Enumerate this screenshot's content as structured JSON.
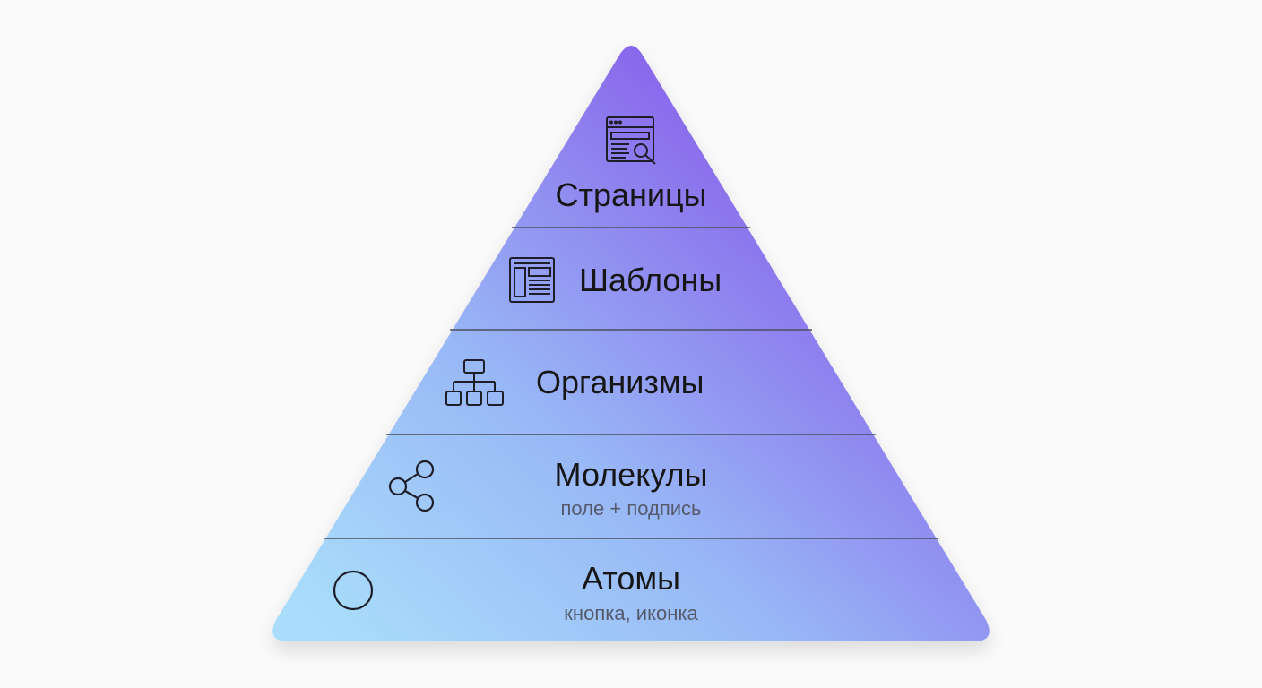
{
  "pyramid": {
    "levels": [
      {
        "title": "Страницы",
        "icon": "browser-search-icon"
      },
      {
        "title": "Шаблоны",
        "icon": "layout-template-icon"
      },
      {
        "title": "Организмы",
        "icon": "hierarchy-tree-icon"
      },
      {
        "title": "Молекулы",
        "subtitle": "поле + подпись",
        "icon": "share-nodes-icon"
      },
      {
        "title": "Атомы",
        "subtitle": "кнопка, иконка",
        "icon": "circle-icon"
      }
    ],
    "colors": {
      "top": "#8a63ea",
      "bottom": "#a8dcfa",
      "divider": "#4a4f5e",
      "text": "#161616",
      "subtext": "#555a6a",
      "icon_stroke": "#1e1e28"
    }
  }
}
